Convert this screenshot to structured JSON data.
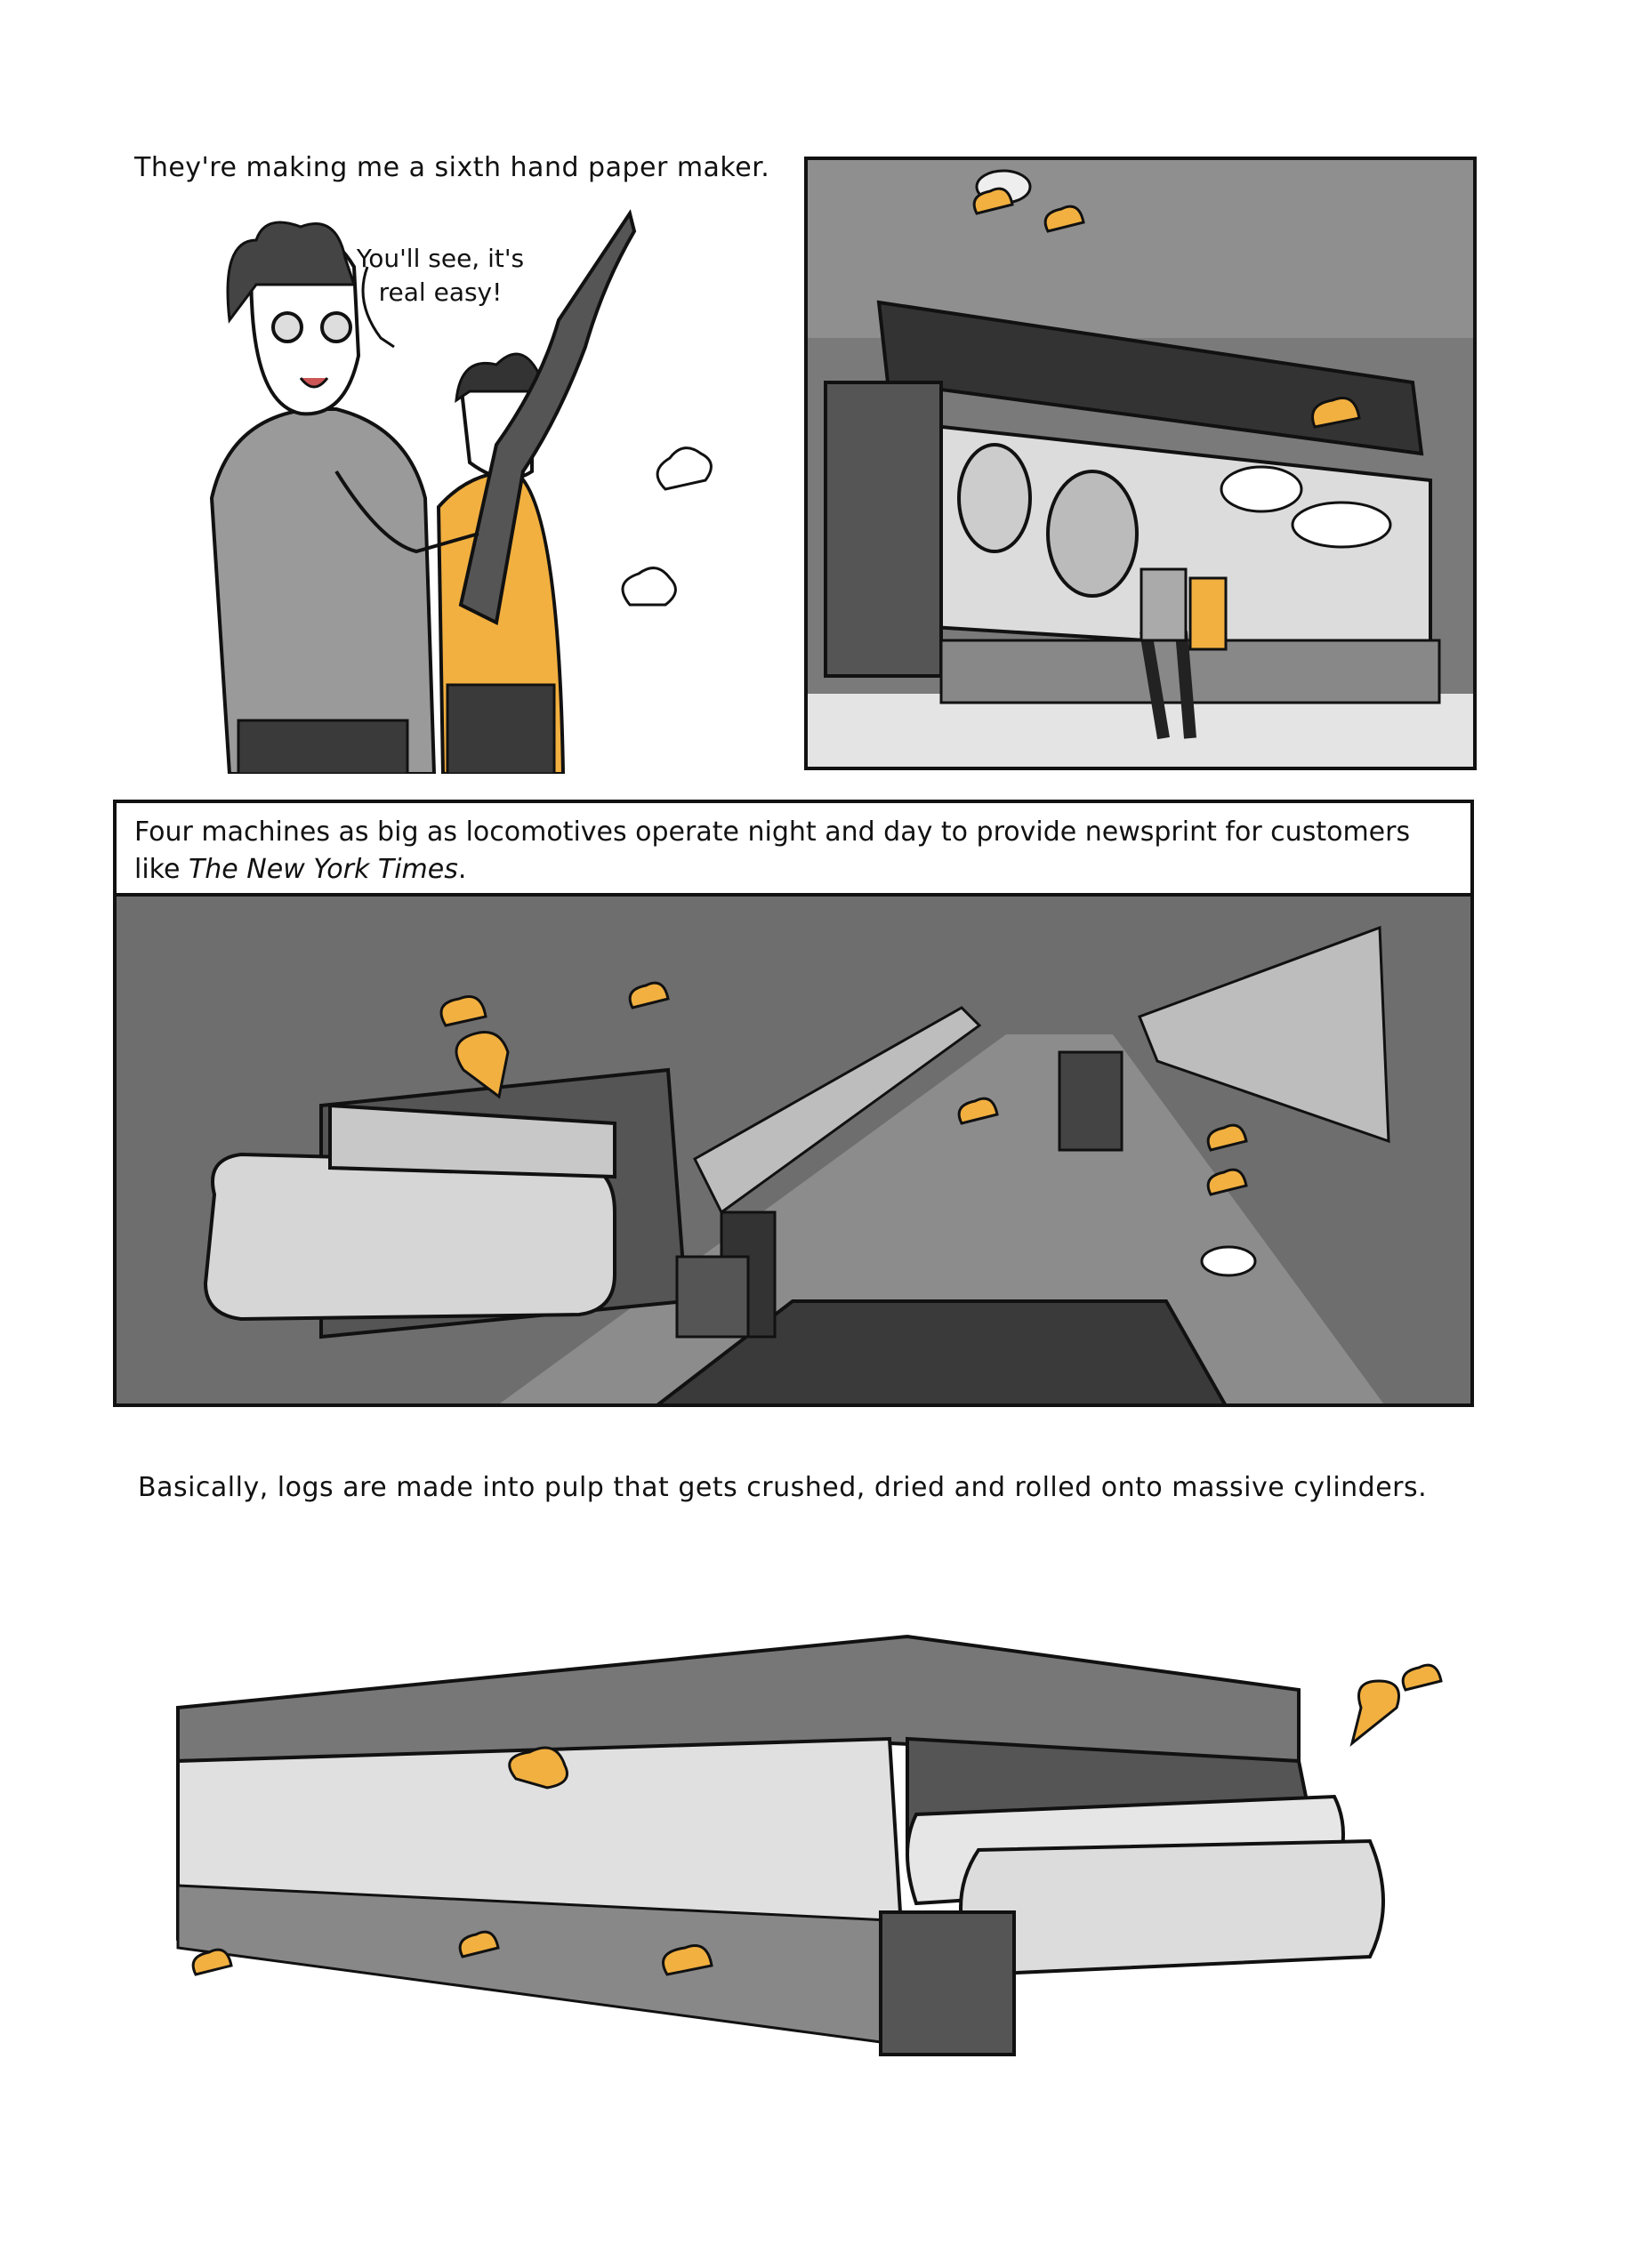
{
  "panels": [
    {
      "caption": "They're making me a sixth hand paper maker.",
      "speech": "You'll see, it's real easy!"
    },
    {
      "caption": ""
    },
    {
      "caption_prefix": "Four machines as big as locomotives operate night and day to provide newsprint for customers like ",
      "caption_italic": "The New York Times",
      "caption_suffix": "."
    },
    {
      "caption": "Basically, logs are made into pulp that gets crushed, dried and rolled onto massive cylinders."
    }
  ],
  "colors": {
    "accent_orange": "#f2b040",
    "ink": "#111111",
    "gray_light": "#d9d9d9",
    "gray_mid": "#8a8a8a",
    "gray_dark": "#4a4a4a"
  }
}
